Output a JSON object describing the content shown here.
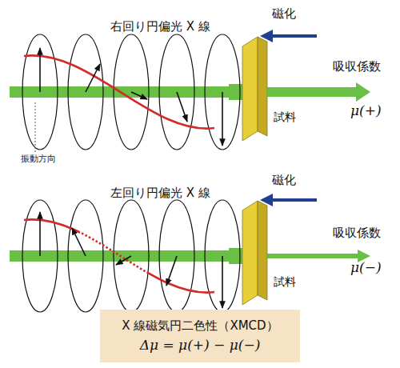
{
  "diagram": {
    "nodes": [
      {
        "text": [
          "X 線磁気円二色性（XMCD）",
          "Δμ = μ(+) − μ(−)"
        ]
      }
    ],
    "labels": [
      "右回り円偏光 X 線",
      "磁化",
      "吸収係数",
      "μ(+)",
      "試料",
      "振動方向",
      "左回り円偏光 X 線",
      "磁化",
      "吸収係数",
      "μ(−)",
      "試料"
    ]
  }
}
